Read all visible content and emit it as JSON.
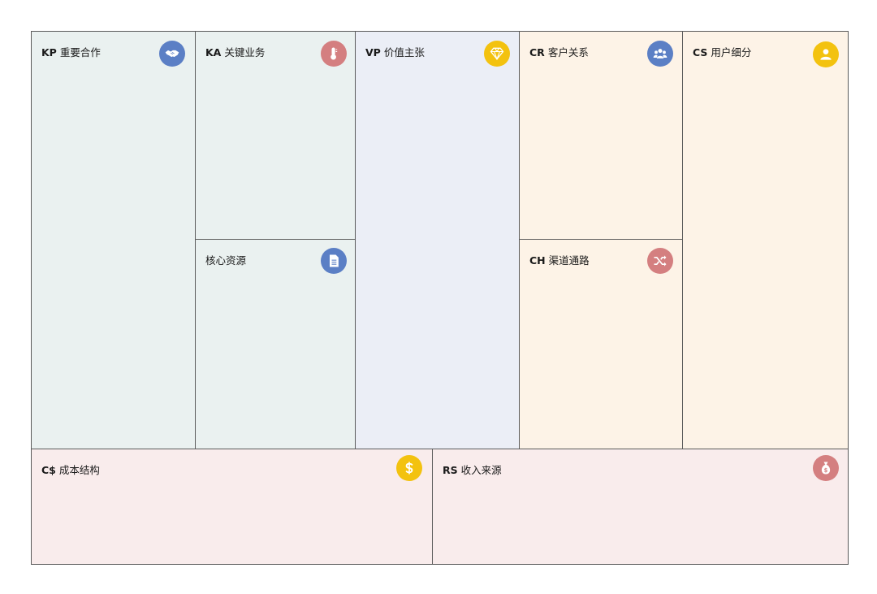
{
  "canvas": {
    "key_partners": {
      "code": "KP",
      "label": "重要合作",
      "icon": "handshake-icon"
    },
    "key_activities": {
      "code": "KA",
      "label": "关键业务",
      "icon": "thermometer-icon"
    },
    "key_resources": {
      "code": "",
      "label": "核心资源",
      "icon": "document-icon"
    },
    "value_propositions": {
      "code": "VP",
      "label": "价值主张",
      "icon": "diamond-icon"
    },
    "customer_relationships": {
      "code": "CR",
      "label": "客户关系",
      "icon": "group-icon"
    },
    "channels": {
      "code": "CH",
      "label": "渠道通路",
      "icon": "shuffle-icon"
    },
    "customer_segments": {
      "code": "CS",
      "label": "用户细分",
      "icon": "user-icon"
    },
    "cost_structure": {
      "code": "C$",
      "label": "成本结构",
      "icon": "dollar-icon"
    },
    "revenue_streams": {
      "code": "RS",
      "label": "收入来源",
      "icon": "money-bag-icon"
    }
  },
  "colors": {
    "teal": "#eaf1f0",
    "lavender": "#ebeef6",
    "peach": "#fdf3e7",
    "pink": "#f9ecec",
    "icon_blue": "#5b7fc5",
    "icon_red": "#d47f80",
    "icon_yellow": "#f3c20f"
  }
}
